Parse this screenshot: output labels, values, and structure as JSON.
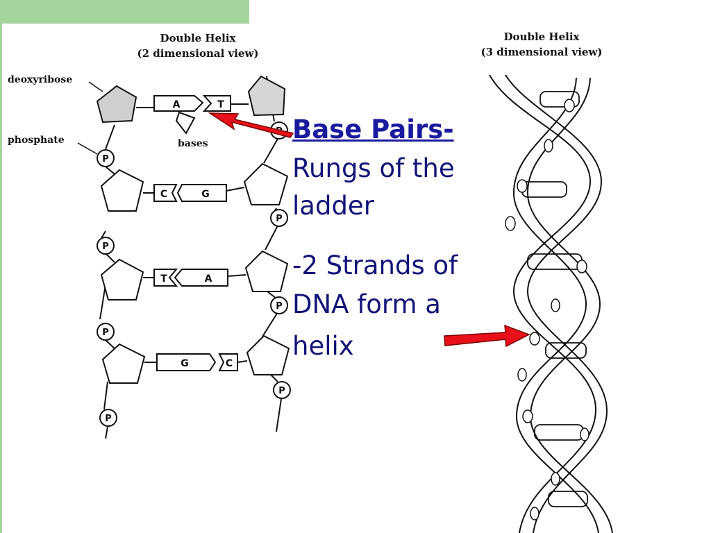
{
  "diagram_2d": {
    "title_line1": "Double Helix",
    "title_line2": "(2 dimensional view)",
    "label_deoxyribose": "deoxyribose",
    "label_phosphate": "phosphate",
    "label_bases": "bases",
    "phosphate_symbol": "P",
    "pairs": [
      {
        "left": "A",
        "right": "T"
      },
      {
        "left": "C",
        "right": "G"
      },
      {
        "left": "T",
        "right": "A"
      },
      {
        "left": "G",
        "right": "C"
      }
    ]
  },
  "diagram_3d": {
    "title_line1": "Double Helix",
    "title_line2": "(3 dimensional view)"
  },
  "text": {
    "base_pairs_title": "Base Pairs-",
    "base_pairs_line1": "Rungs of the",
    "base_pairs_line2": "ladder",
    "strands_line1": "-2 Strands of",
    "strands_line2": "DNA form a",
    "strands_line3": "helix"
  },
  "colors": {
    "accent_green": "#a6d49f",
    "text_blue": "#12127a",
    "arrow_red": "#e8101a"
  }
}
